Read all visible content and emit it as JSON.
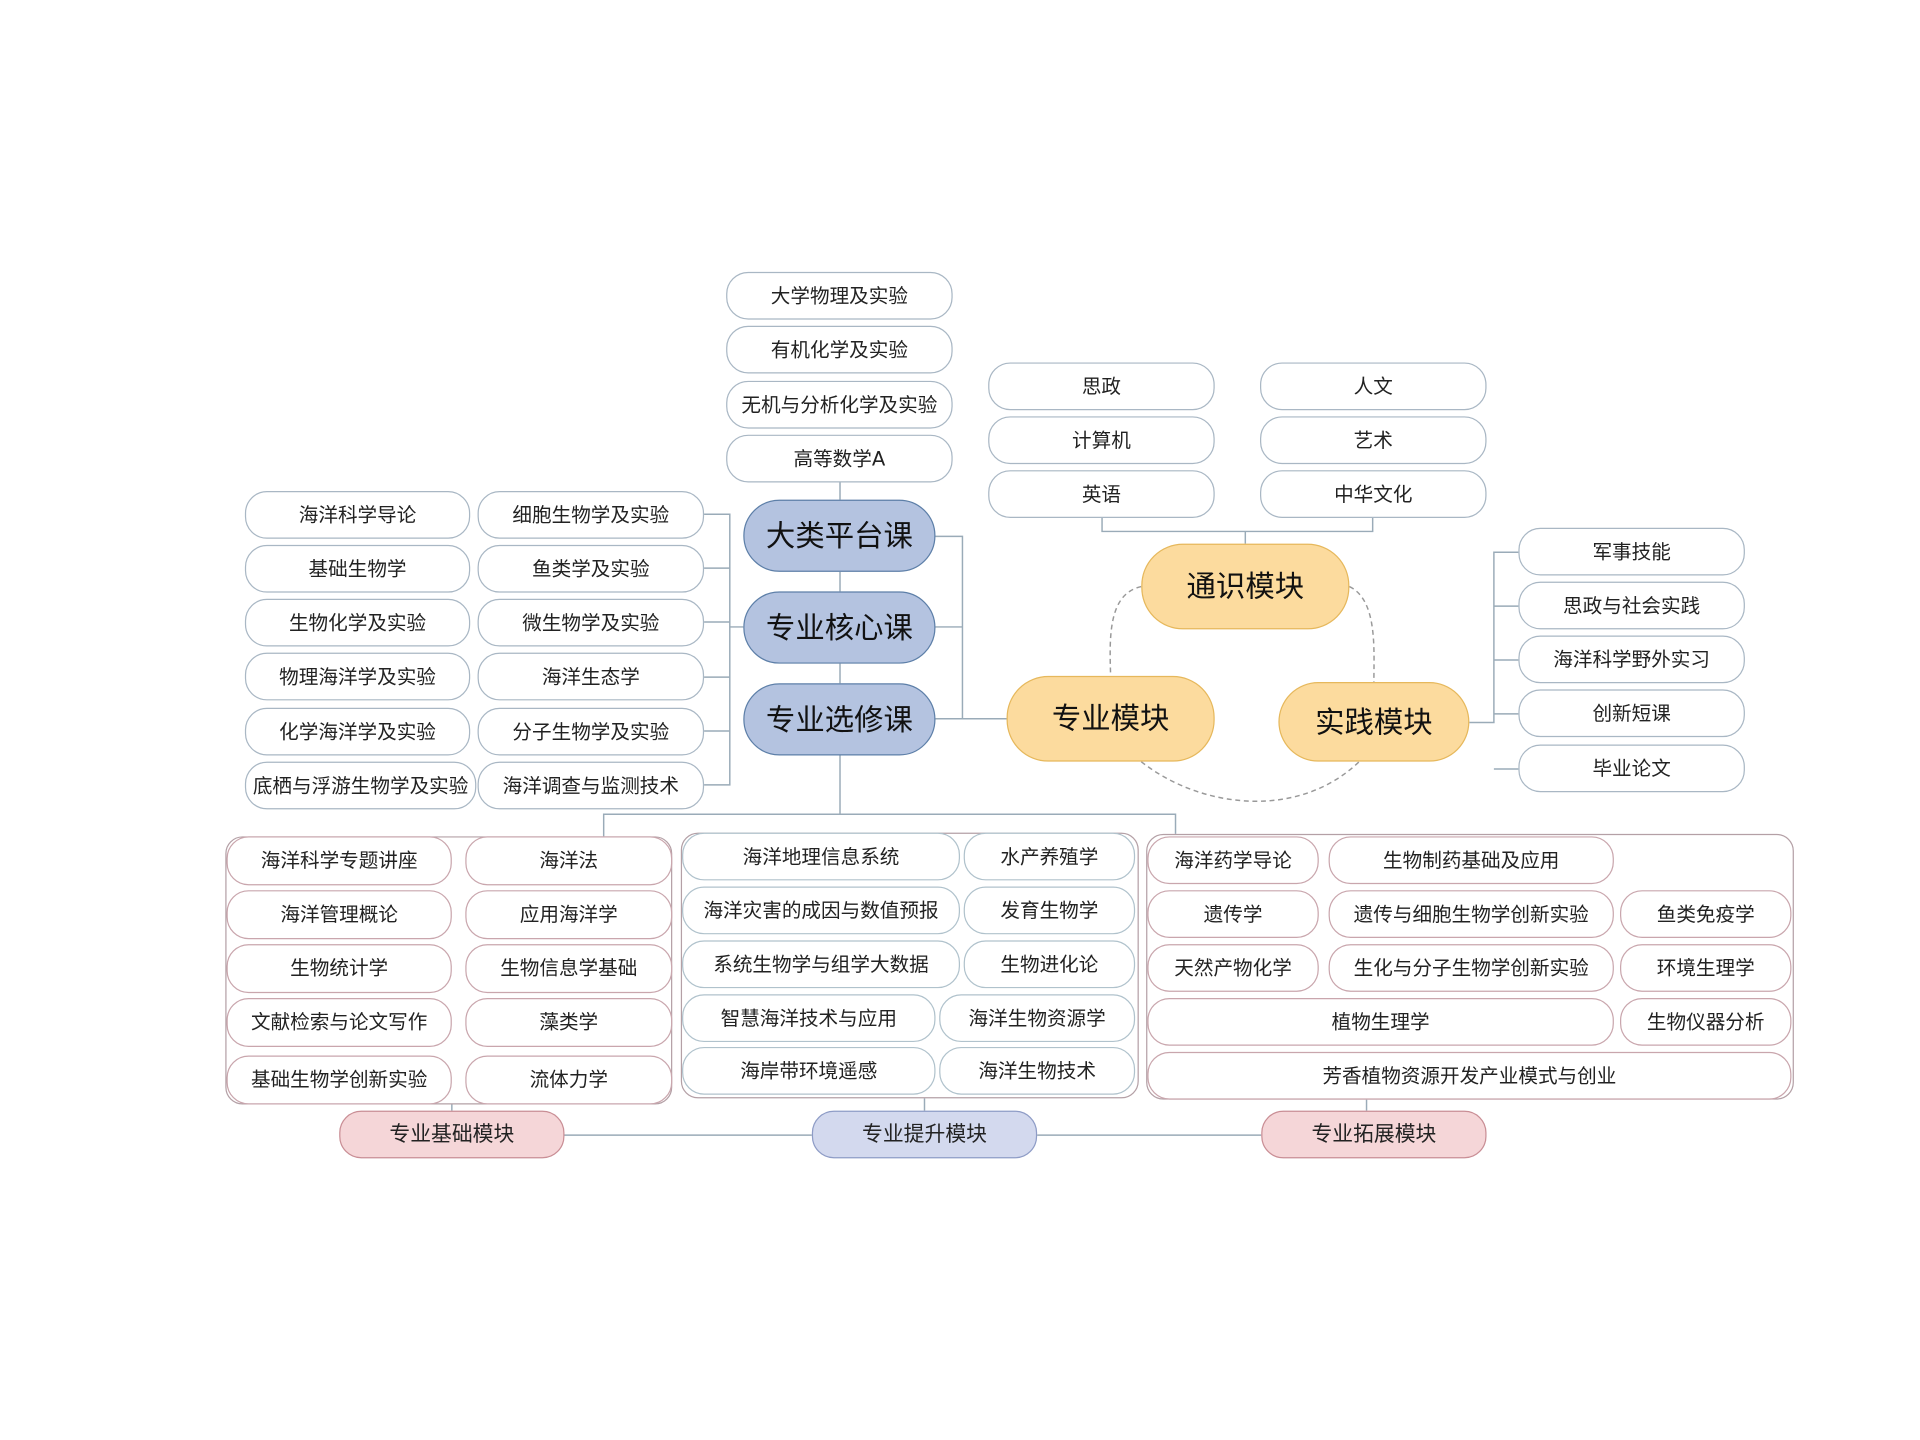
{
  "platform": [
    "大学物理及实验",
    "有机化学及实验",
    "无机与分析化学及实验",
    "高等数学A"
  ],
  "core_nodes": [
    "大类平台课",
    "专业核心课",
    "专业选修课"
  ],
  "left_col_a": [
    "海洋科学导论",
    "基础生物学",
    "生物化学及实验",
    "物理海洋学及实验",
    "化学海洋学及实验",
    "底栖与浮游生物学及实验"
  ],
  "left_col_b": [
    "细胞生物学及实验",
    "鱼类学及实验",
    "微生物学及实验",
    "海洋生态学",
    "分子生物学及实验",
    "海洋调查与监测技术"
  ],
  "general_left": [
    "思政",
    "计算机",
    "英语"
  ],
  "general_right": [
    "人文",
    "艺术",
    "中华文化"
  ],
  "modules": {
    "general": "通识模块",
    "major": "专业模块",
    "practice": "实践模块"
  },
  "practice_items": [
    "军事技能",
    "思政与社会实践",
    "海洋科学野外实习",
    "创新短课",
    "毕业论文"
  ],
  "basic_group": {
    "col1": [
      "海洋科学专题讲座",
      "海洋管理概论",
      "生物统计学",
      "文献检索与论文写作",
      "基础生物学创新实验"
    ],
    "col2": [
      "海洋法",
      "应用海洋学",
      "生物信息学基础",
      "藻类学",
      "流体力学"
    ],
    "label": "专业基础模块"
  },
  "advance_group": {
    "col1": [
      "海洋地理信息系统",
      "海洋灾害的成因与数值预报",
      "系统生物学与组学大数据",
      "智慧海洋技术与应用",
      "海岸带环境遥感"
    ],
    "col2": [
      "水产养殖学",
      "发育生物学",
      "生物进化论",
      "海洋生物资源学",
      "海洋生物技术"
    ],
    "label": "专业提升模块"
  },
  "extend_group": {
    "items": [
      "海洋药学导论",
      "生物制药基础及应用",
      "遗传学",
      "遗传与细胞生物学创新实验",
      "鱼类免疫学",
      "天然产物化学",
      "生化与分子生物学创新实验",
      "环境生理学",
      "植物生理学",
      "生物仪器分析",
      "芳香植物资源开发产业模式与创业"
    ],
    "label": "专业拓展模块"
  }
}
